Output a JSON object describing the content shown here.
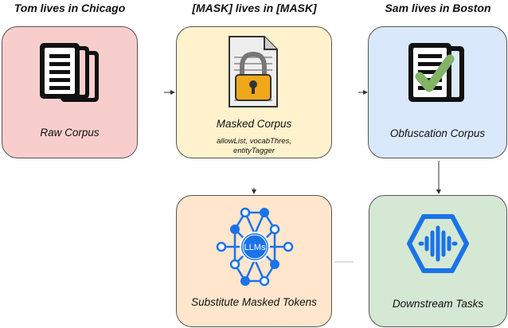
{
  "headings": {
    "raw": "Tom lives in Chicago",
    "masked": "[MASK] lives in [MASK]",
    "obfuscated": "Sam lives in Boston"
  },
  "boxes": {
    "raw_corpus": {
      "label": "Raw Corpus",
      "fill": "#f8cecc",
      "icon": "document-stack-icon"
    },
    "masked_corpus": {
      "label": "Masked Corpus",
      "params_line1": "allowList, vocabThres,",
      "params_line2": "entityTagger",
      "fill": "#fff2cc",
      "icon": "padlock-document-icon"
    },
    "obfuscation_corpus": {
      "label": "Obfuscation Corpus",
      "fill": "#dae8fc",
      "icon": "checked-document-icon"
    },
    "substitute": {
      "label": "Substitute Masked Tokens",
      "fill": "#ffe6cc",
      "icon": "llm-network-icon",
      "badge": "LLMs"
    },
    "downstream": {
      "label": "Downstream Tasks",
      "fill": "#d5e8d4",
      "icon": "hexagon-waveform-icon"
    }
  },
  "colors": {
    "accent_blue": "#1a73e8",
    "lock_gold": "#f0a818",
    "check_green": "#82b366"
  }
}
